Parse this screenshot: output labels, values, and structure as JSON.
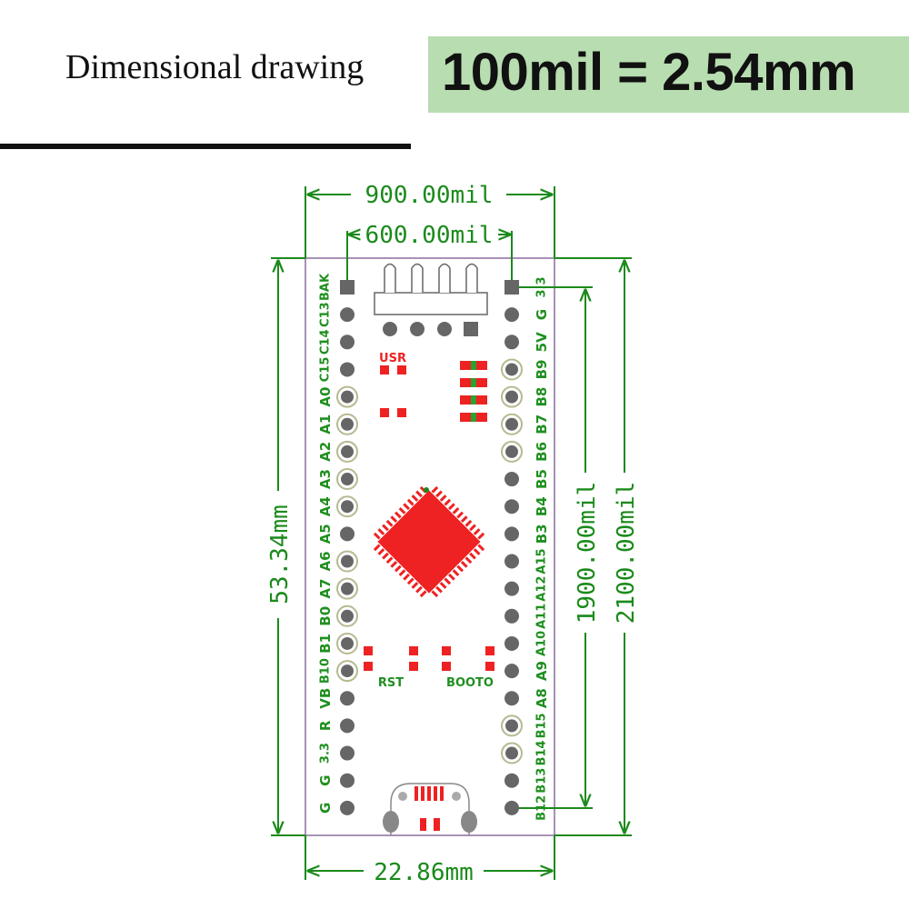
{
  "header": {
    "title": "Dimensional drawing",
    "banner": "100mil = 2.54mm"
  },
  "dimensions": {
    "width_mil": "900.00mil",
    "pin_span_mil": "600.00mil",
    "height_mm": "53.34mm",
    "pin_row_mil": "1900.00mil",
    "height_mil": "2100.00mil",
    "width_mm": "22.86mm"
  },
  "left_pins": [
    "BAK",
    "C13",
    "C14",
    "C15",
    "A0",
    "A1",
    "A2",
    "A3",
    "A4",
    "A5",
    "A6",
    "A7",
    "B0",
    "B1",
    "B10",
    "VB",
    "R",
    "3.3",
    "G",
    "G"
  ],
  "right_pins": [
    "3.3",
    "G",
    "5V",
    "B9",
    "B8",
    "B7",
    "B6",
    "B5",
    "B4",
    "B3",
    "A15",
    "A12",
    "A11",
    "A10",
    "A9",
    "A8",
    "B15",
    "B14",
    "B13",
    "B12"
  ],
  "board_labels": {
    "usr": "USR",
    "rst": "RST",
    "boot": "BOOTO"
  },
  "colors": {
    "dimension": "#1b8a1b",
    "pin_label": "#1f8f1f",
    "component": "#ee2222",
    "board_outline": "#8a6d9e",
    "banner_bg": "#b7ddb0"
  }
}
